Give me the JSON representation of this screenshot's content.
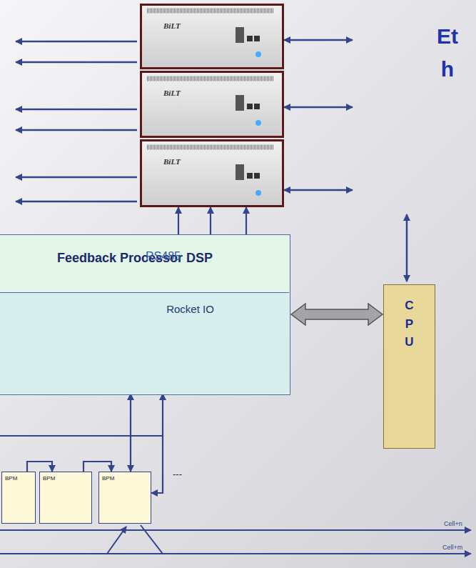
{
  "diagram": {
    "nodes": [
      {
        "text": [
          "BiLT"
        ]
      },
      {
        "text": [
          "BiLT"
        ]
      },
      {
        "text": [
          "BiLT"
        ]
      },
      {
        "text": [
          "Feedback Processor DSP"
        ]
      },
      {
        "text": [
          "Rocket IO"
        ],
        "in": 3
      },
      {
        "text": [
          "CPU"
        ]
      },
      {
        "text": [
          "BPM"
        ]
      },
      {
        "text": [
          "BPM"
        ]
      },
      {
        "text": [
          "BPM"
        ]
      }
    ],
    "edges": [
      {
        "from": 3,
        "to": 2,
        "arrow": "to"
      },
      {
        "from": 3,
        "to": 2,
        "arrow": "to"
      },
      {
        "from": 3,
        "to": 2,
        "arrow": "to"
      },
      {
        "from": 3,
        "to": 5,
        "arrow": "both"
      },
      {
        "from": 4,
        "to": 8,
        "arrow": "both"
      },
      {
        "from": 4,
        "to": 8,
        "arrow": "both"
      },
      {
        "from": 6,
        "to": 7,
        "arrow": "to"
      },
      {
        "from": 7,
        "to": 8,
        "arrow": "to"
      }
    ],
    "labels": [
      "RS485",
      "Eth",
      "---",
      "Cell+n",
      "Cell+m"
    ]
  }
}
